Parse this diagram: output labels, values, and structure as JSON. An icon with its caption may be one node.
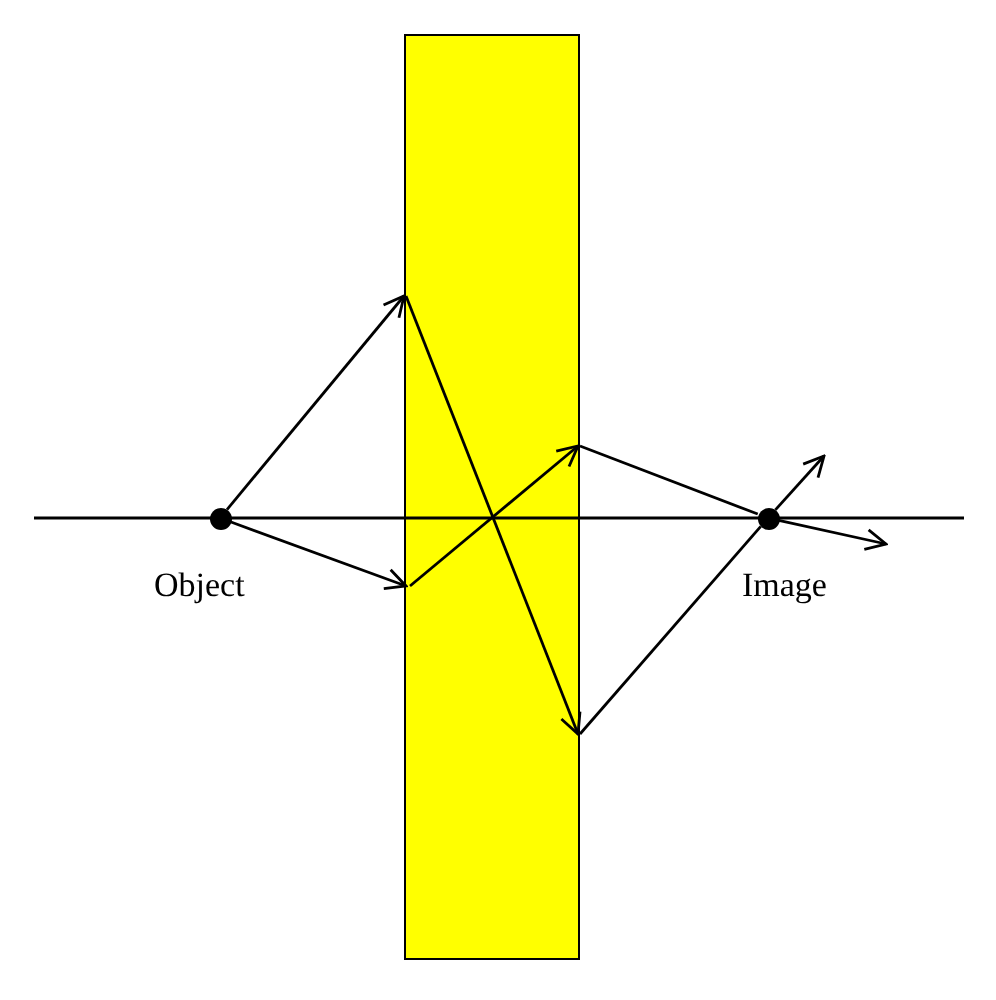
{
  "diagram": {
    "nodes": [
      {
        "text": [],
        "shape": "circle",
        "beside": [
          "Object"
        ]
      },
      {
        "text": [],
        "shape": "bar"
      },
      {
        "text": [],
        "shape": "circle",
        "beside": [
          "Image"
        ]
      }
    ],
    "edges": [
      {
        "from": 0,
        "to": 1,
        "arrow": "to"
      },
      {
        "from": 0,
        "to": 1,
        "arrow": "to"
      },
      {
        "from": 1,
        "to": 2,
        "arrow": "none"
      },
      {
        "from": 1,
        "to": 2,
        "arrow": "none"
      },
      {
        "from": 2,
        "to": null,
        "arrow": "to"
      },
      {
        "from": 2,
        "to": null,
        "arrow": "to"
      }
    ]
  }
}
